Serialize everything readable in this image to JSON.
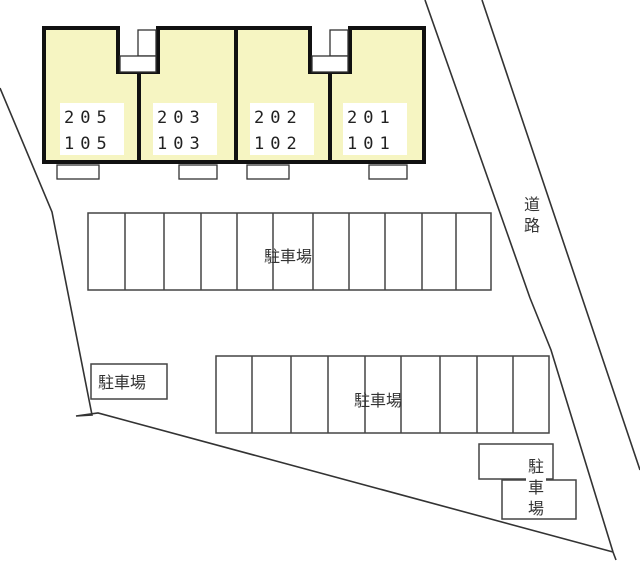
{
  "colors": {
    "unit_fill": "#f6f5c2",
    "unit_stroke": "#111111",
    "line": "#333333",
    "label_bg": "#ffffff"
  },
  "units": [
    {
      "id": "unit-205-105",
      "upper": "205",
      "lower": "105"
    },
    {
      "id": "unit-203-103",
      "upper": "203",
      "lower": "103"
    },
    {
      "id": "unit-202-102",
      "upper": "202",
      "lower": "102"
    },
    {
      "id": "unit-201-101",
      "upper": "201",
      "lower": "101"
    }
  ],
  "parking": {
    "upper_row": {
      "label": "駐車場",
      "slots": 11
    },
    "lower_row": {
      "label": "駐車場",
      "slots": 9
    },
    "left_box": {
      "label": "駐車場"
    },
    "bottom_right": {
      "label_chars": [
        "駐",
        "車",
        "場"
      ]
    }
  },
  "road": {
    "label_chars": [
      "道",
      "路"
    ]
  }
}
